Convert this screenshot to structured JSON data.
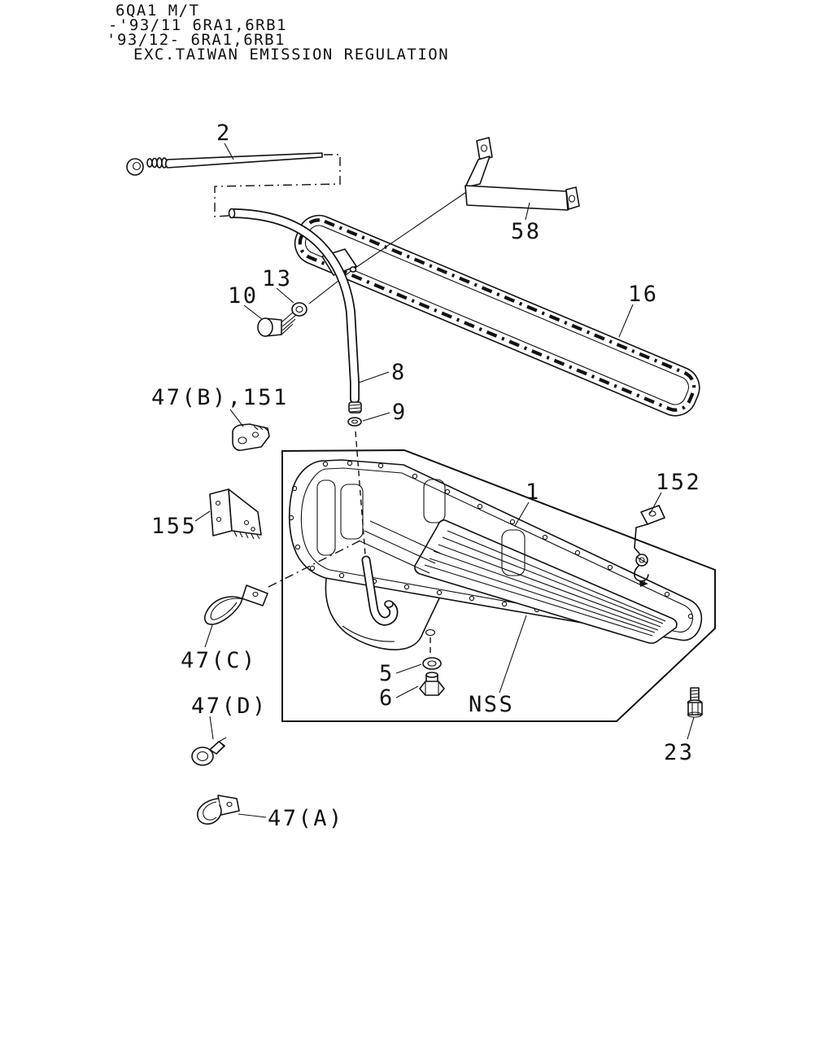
{
  "header": {
    "line1": "6QA1 M/T",
    "line2": "-'93/11 6RA1,6RB1",
    "line3": "'93/12- 6RA1,6RB1",
    "line4": "EXC.TAIWAN EMISSION REGULATION"
  },
  "callouts": {
    "part2": "2",
    "part58": "58",
    "part13": "13",
    "part10": "10",
    "part16": "16",
    "part8": "8",
    "part9": "9",
    "part47b": "47(B),151",
    "part155": "155",
    "part1": "1",
    "part152": "152",
    "part47c": "47(C)",
    "part5": "5",
    "part6": "6",
    "nss": "NSS",
    "part47d": "47(D)",
    "part23": "23",
    "part47a": "47(A)"
  },
  "colors": {
    "ink": "#111111",
    "background": "#ffffff"
  }
}
